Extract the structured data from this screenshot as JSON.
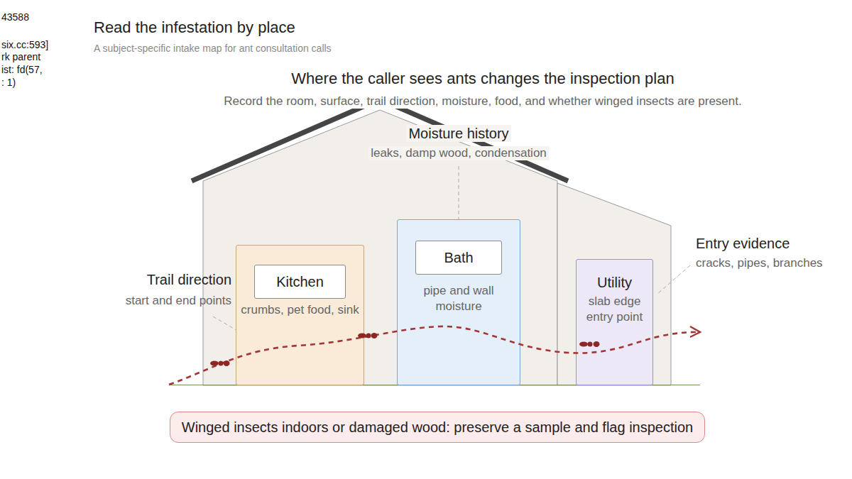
{
  "diagram": {
    "title": "Read the infestation by place",
    "caption": "A subject-specific intake map for ant consultation calls",
    "nodes": [
      {
        "text": [
          "Kitchen",
          "crumbs, pet food, sink"
        ]
      },
      {
        "text": [
          "Bath",
          "pipe and wall moisture"
        ]
      },
      {
        "text": [
          "Utility",
          "slab edge entry point"
        ]
      },
      {
        "text": [
          "Winged insects indoors or damaged wood: preserve a sample and flag inspection"
        ]
      }
    ],
    "labels": [
      "43588",
      "six.cc:593]",
      "rk parent",
      "ist: fd(57,",
      ": 1)",
      "Where the caller sees ants changes the inspection plan",
      "Record the room, surface, trail direction, moisture, food, and whether winged insects are present.",
      "Moisture history",
      "leaks, damp wood, condensation",
      "Trail direction",
      "start and end points",
      "Entry evidence",
      "cracks, pipes, branches"
    ]
  }
}
